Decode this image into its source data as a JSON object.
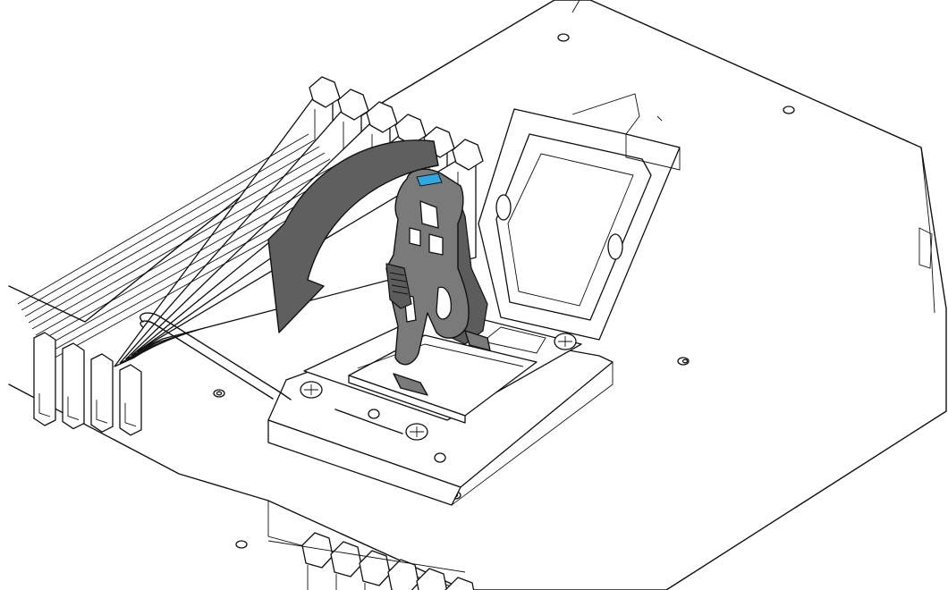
{
  "diagram": {
    "colors": {
      "line": "#111111",
      "background": "#ffffff",
      "tool_body": "#7a7a7a",
      "tool_shade": "#5c5c5c",
      "arrow": "#5f5f5f",
      "tab_highlight": "#2fa7e0"
    },
    "elements": [
      "motherboard",
      "dimm-slots",
      "cpu-socket",
      "load-plate",
      "socket-lever",
      "cpu-installation-tool",
      "rotation-arrow",
      "mounting-holes"
    ]
  }
}
